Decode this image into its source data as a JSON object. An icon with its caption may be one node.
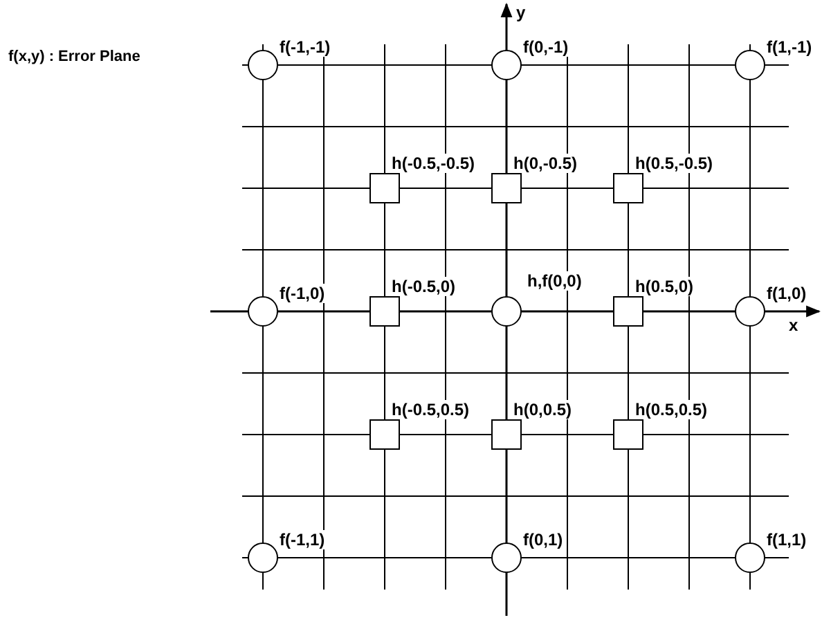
{
  "diagram": {
    "title": "f(x,y) : Error Plane",
    "nodes": [
      {
        "text": [
          "f(-1,-1)"
        ]
      },
      {
        "text": [
          "f(0,-1)"
        ]
      },
      {
        "text": [
          "f(1,-1)"
        ]
      },
      {
        "text": [
          "h(-0.5,-0.5)"
        ]
      },
      {
        "text": [
          "h(0,-0.5)"
        ]
      },
      {
        "text": [
          "h(0.5,-0.5)"
        ]
      },
      {
        "text": [
          "f(-1,0)"
        ]
      },
      {
        "text": [
          "h(-0.5,0)"
        ]
      },
      {
        "text": [
          "h,f(0,0)"
        ]
      },
      {
        "text": [
          "h(0.5,0)"
        ]
      },
      {
        "text": [
          "f(1,0)"
        ]
      },
      {
        "text": [
          "h(-0.5,0.5)"
        ]
      },
      {
        "text": [
          "h(0,0.5)"
        ]
      },
      {
        "text": [
          "h(0.5,0.5)"
        ]
      },
      {
        "text": [
          "f(-1,1)"
        ]
      },
      {
        "text": [
          "f(0,1)"
        ]
      },
      {
        "text": [
          "f(1,1)"
        ]
      }
    ],
    "edges": [],
    "labels": [
      "y",
      "x"
    ]
  }
}
